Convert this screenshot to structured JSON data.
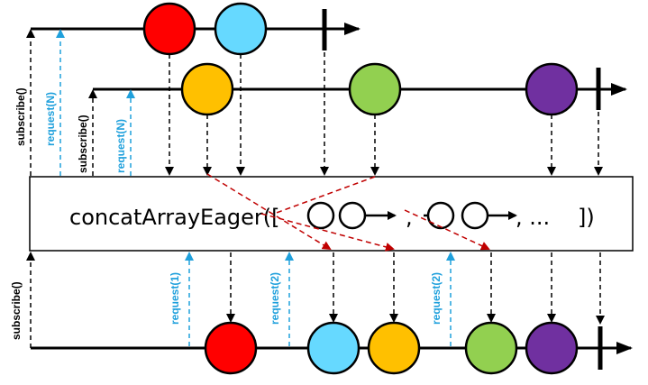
{
  "operator": {
    "name": "concatArrayEager([",
    "separator": ",",
    "ellipsis": ", ...",
    "closing": "])"
  },
  "labels": {
    "subscribe": "subscribe()",
    "request_n": "request(N)",
    "request_1": "request(1)",
    "request_2": "request(2)"
  },
  "colors": {
    "red": "#FF0000",
    "cyan": "#66D9FF",
    "amber": "#FFC000",
    "green": "#92D050",
    "purple": "#7030A0",
    "request_arrow": "#1FA0DC",
    "eager_arrow": "#C00000",
    "line": "#000000"
  }
}
